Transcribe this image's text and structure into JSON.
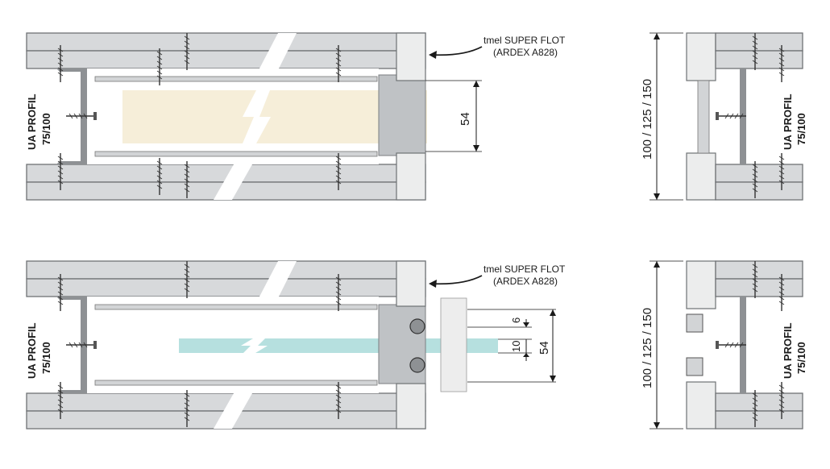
{
  "top_detail": {
    "left_label_line1": "UA PROFIL",
    "left_label_line2": "75/100",
    "callout_line1": "tmel SUPER FLOT",
    "callout_line2": "(ARDEX A828)",
    "dim_height": "54"
  },
  "bottom_detail": {
    "left_label_line1": "UA PROFIL",
    "left_label_line2": "75/100",
    "callout_line1": "tmel SUPER FLOT",
    "callout_line2": "(ARDEX A828)",
    "dim_gap": "6",
    "dim_glass": "10",
    "dim_height": "54"
  },
  "top_section": {
    "wall_dims": "100 / 125 / 150",
    "right_label_line1": "UA PROFIL",
    "right_label_line2": "75/100"
  },
  "bottom_section": {
    "wall_dims": "100 / 125 / 150",
    "right_label_line1": "UA PROFIL",
    "right_label_line2": "75/100"
  },
  "colors": {
    "board": "#d7d9db",
    "board_edge": "#6f7275",
    "profile": "#bfc2c5",
    "infill_top": "#f6eed9",
    "glass_bottom": "#b6e0df",
    "line": "#1a1a1a"
  }
}
